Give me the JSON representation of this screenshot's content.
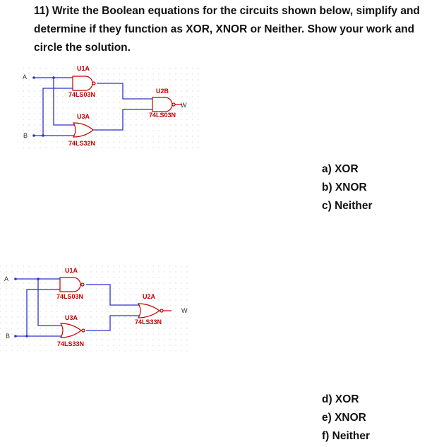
{
  "question": "11) Write the Boolean equations for the circuits shown below, simplify and determine if they function as XOR, XNOR or Neither. Show your work and circle the solution.",
  "circuit1": {
    "inputs": [
      "A",
      "B"
    ],
    "output": "W",
    "gates": [
      {
        "ref": "U1A",
        "part": "74LS03N",
        "type": "NAND"
      },
      {
        "ref": "U3A",
        "part": "74LS32N",
        "type": "OR"
      },
      {
        "ref": "U2B",
        "part": "74LS03N",
        "type": "NAND"
      }
    ],
    "options": [
      "a)  XOR",
      "b)  XNOR",
      "c)  Neither"
    ]
  },
  "circuit2": {
    "inputs": [
      "A",
      "B"
    ],
    "output": "W",
    "gates": [
      {
        "ref": "U1A",
        "part": "74LS03N",
        "type": "NAND"
      },
      {
        "ref": "U3A",
        "part": "74LS33N",
        "type": "NOR"
      },
      {
        "ref": "U2A",
        "part": "74LS33N",
        "type": "NOR"
      }
    ],
    "options": [
      "d)  XOR",
      "e)  XNOR",
      "f)  Neither"
    ]
  },
  "colors": {
    "wire": "#2f2fd0",
    "gate": "#c00000"
  }
}
